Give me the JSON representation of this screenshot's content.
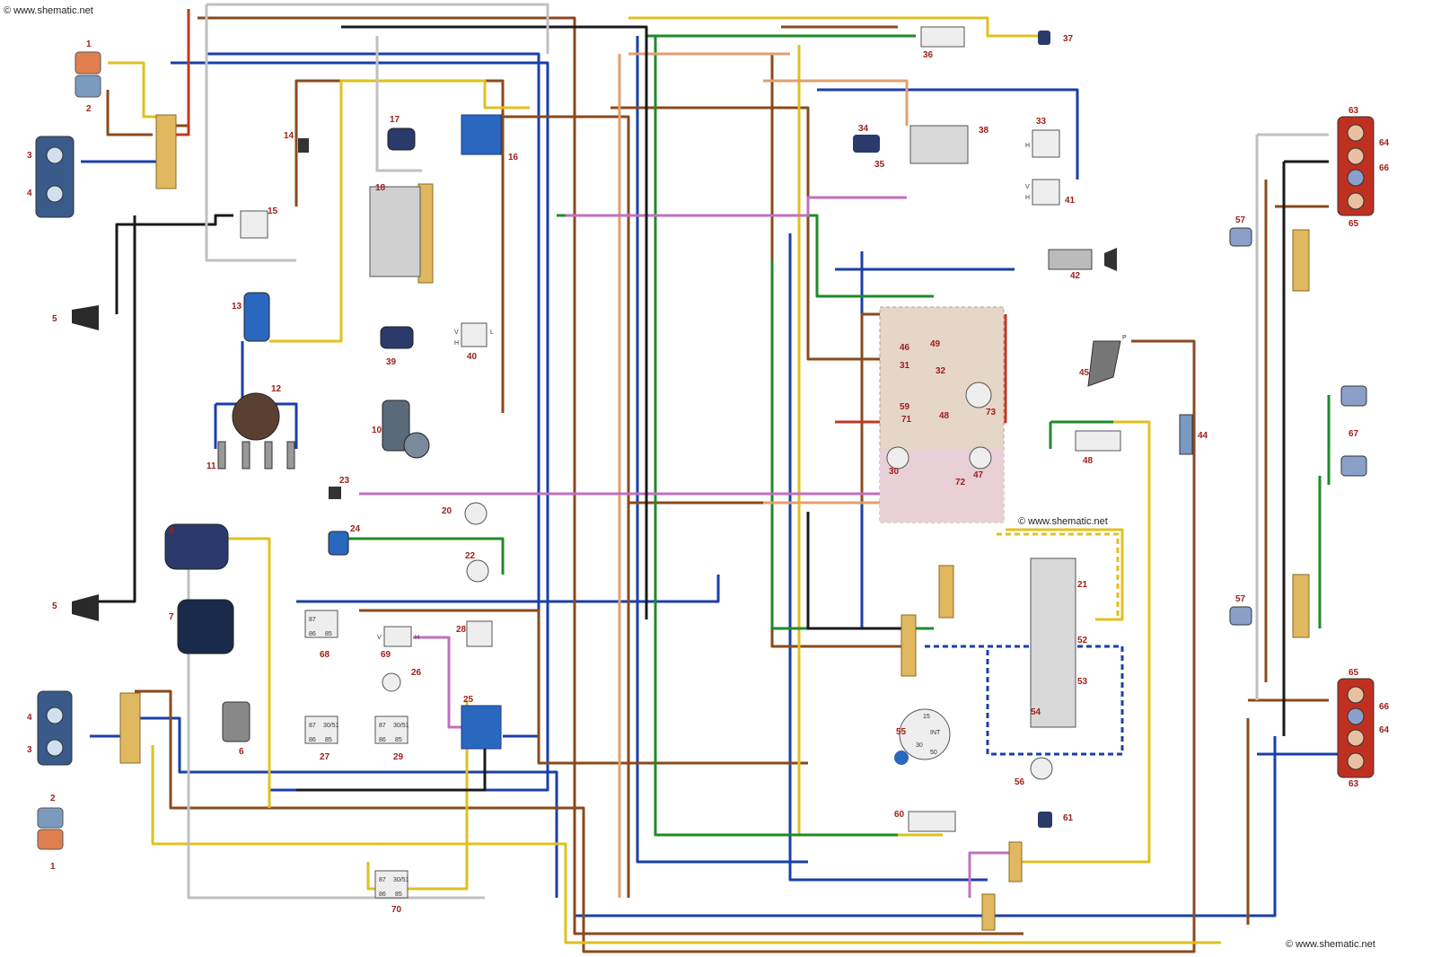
{
  "watermarks": {
    "top_left": "© www.shematic.net",
    "middle": "© www.shematic.net",
    "bottom_right": "© www.shematic.net"
  },
  "colors": {
    "background": "#ffffff",
    "label": "#a0201a",
    "wires": [
      "#1a3fa8",
      "#8a4a1c",
      "#e0c020",
      "#1f8a2a",
      "#e0a070",
      "#c070c0",
      "#1a1a1a",
      "#c0c0c0",
      "#c03a20"
    ],
    "panel_fill": "#e6d6c8",
    "component_blue": "#2a68c0",
    "lamp_red": "#d03020"
  },
  "component_labels": {
    "c1": "1",
    "c2": "2",
    "c3": "3",
    "c4": "4",
    "c5": "5",
    "c6": "6",
    "c7": "7",
    "c8": "8",
    "c10": "10",
    "c11": "11",
    "c12": "12",
    "c13": "13",
    "c14": "14",
    "c15": "15",
    "c16": "16",
    "c17": "17",
    "c18": "18",
    "c20": "20",
    "c21": "21",
    "c22": "22",
    "c23": "23",
    "c24": "24",
    "c25": "25",
    "c26": "26",
    "c27": "27",
    "c28": "28",
    "c29": "29",
    "c30": "30",
    "c31": "31",
    "c32": "32",
    "c33": "33",
    "c34": "34",
    "c35": "35",
    "c36": "36",
    "c37": "37",
    "c38": "38",
    "c39": "39",
    "c40": "40",
    "c41": "41",
    "c42": "42",
    "c44": "44",
    "c45": "45",
    "c46": "46",
    "c47": "47",
    "c48": "48",
    "c49": "49",
    "c52": "52",
    "c53": "53",
    "c54": "54",
    "c55": "55",
    "c56": "56",
    "c57": "57",
    "c59": "59",
    "c60": "60",
    "c61": "61",
    "c63": "63",
    "c64": "64",
    "c65": "65",
    "c66": "66",
    "c67": "67",
    "c68": "68",
    "c69": "69",
    "c70": "70",
    "c71": "71",
    "c72": "72",
    "c73": "73"
  },
  "pin_labels": {
    "relay_87": "87",
    "relay_86": "86",
    "relay_85": "85",
    "relay_30": "30/51",
    "sw_v": "V",
    "sw_h": "H",
    "sw_l": "L",
    "sw_p": "P",
    "ign_30": "30",
    "ign_int": "INT",
    "ign_15": "15",
    "ign_50": "50"
  }
}
